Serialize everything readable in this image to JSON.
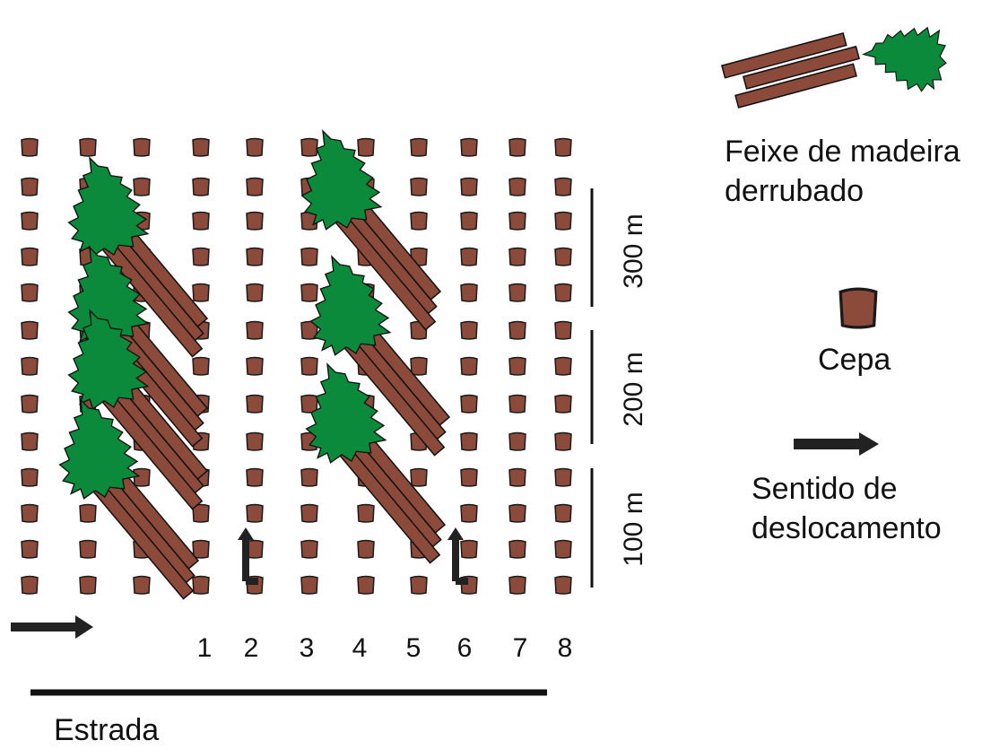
{
  "colors": {
    "stump": "#8b4a3a",
    "stump_outline": "#1a1a1a",
    "tree": "#0a8a3a",
    "tree_outline": "#111111",
    "log": "#8b4a3a",
    "arrow": "#222222"
  },
  "icons": {
    "felled_bundle": "felled-timber-bundle-icon",
    "stump": "stump-icon",
    "direction": "right-arrow-icon"
  },
  "legend": {
    "felled_bundle_line1": "Feixe de madeira",
    "felled_bundle_line2": "derrubado",
    "stump_label": "Cepa",
    "direction_line1": "Sentido de",
    "direction_line2": "deslocamento"
  },
  "scale_labels": [
    "300 m",
    "200 m",
    "100 m"
  ],
  "row_numbers": [
    "1",
    "2",
    "3",
    "4",
    "5",
    "6",
    "7",
    "8"
  ],
  "road_label": "Estrada"
}
